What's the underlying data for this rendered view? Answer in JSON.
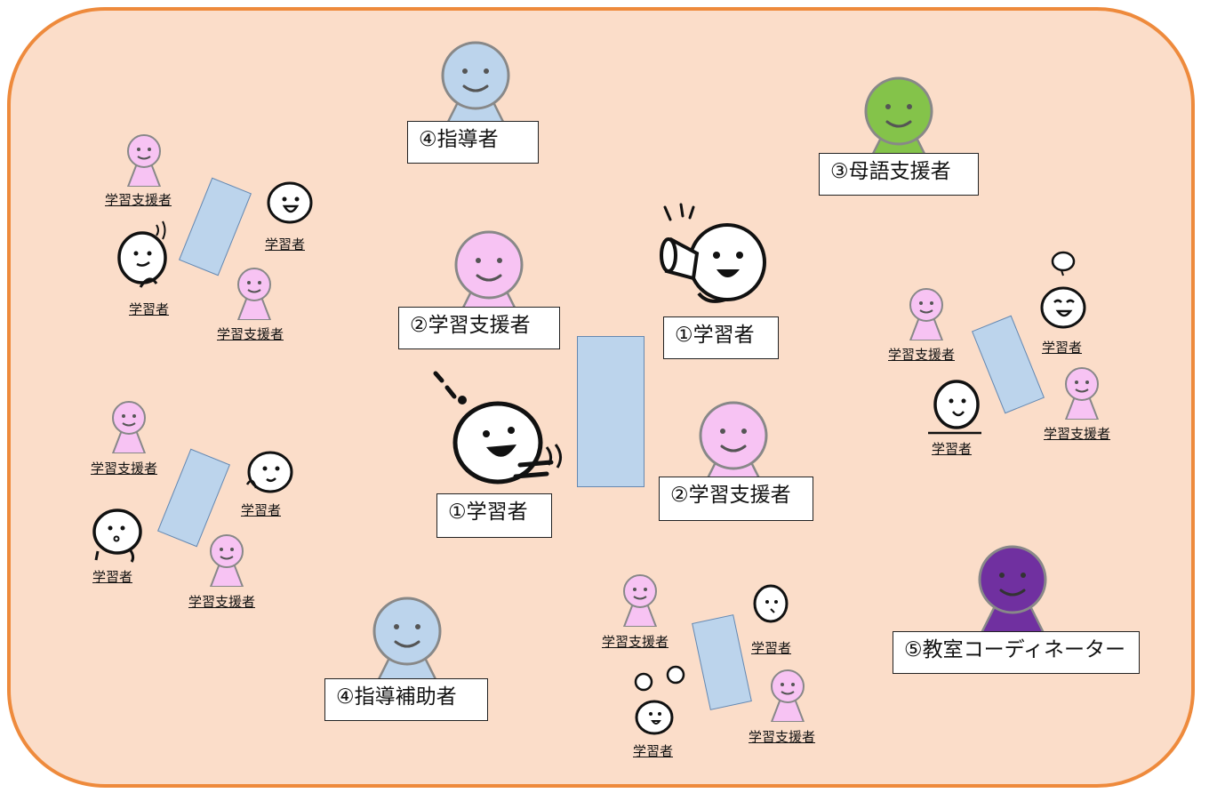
{
  "colors": {
    "background": "#fbddc9",
    "border": "#ee8a3c",
    "learner_supporter": "#f7c3f3",
    "instructor": "#bcd4ec",
    "native_language_supporter": "#84c34a",
    "coordinator": "#7030a0",
    "table": "#bcd4ec"
  },
  "roles": {
    "instructor": "④指導者",
    "native_language_supporter": "③母語支援者",
    "learner_supporter_1": "②学習支援者",
    "learner_1": "①学習者",
    "learner_2": "①学習者",
    "learner_supporter_2": "②学習支援者",
    "assistant_instructor": "④指導補助者",
    "coordinator": "⑤教室コーディネーター"
  },
  "small_labels": {
    "supporter": "学習支援者",
    "learner": "学習者"
  }
}
